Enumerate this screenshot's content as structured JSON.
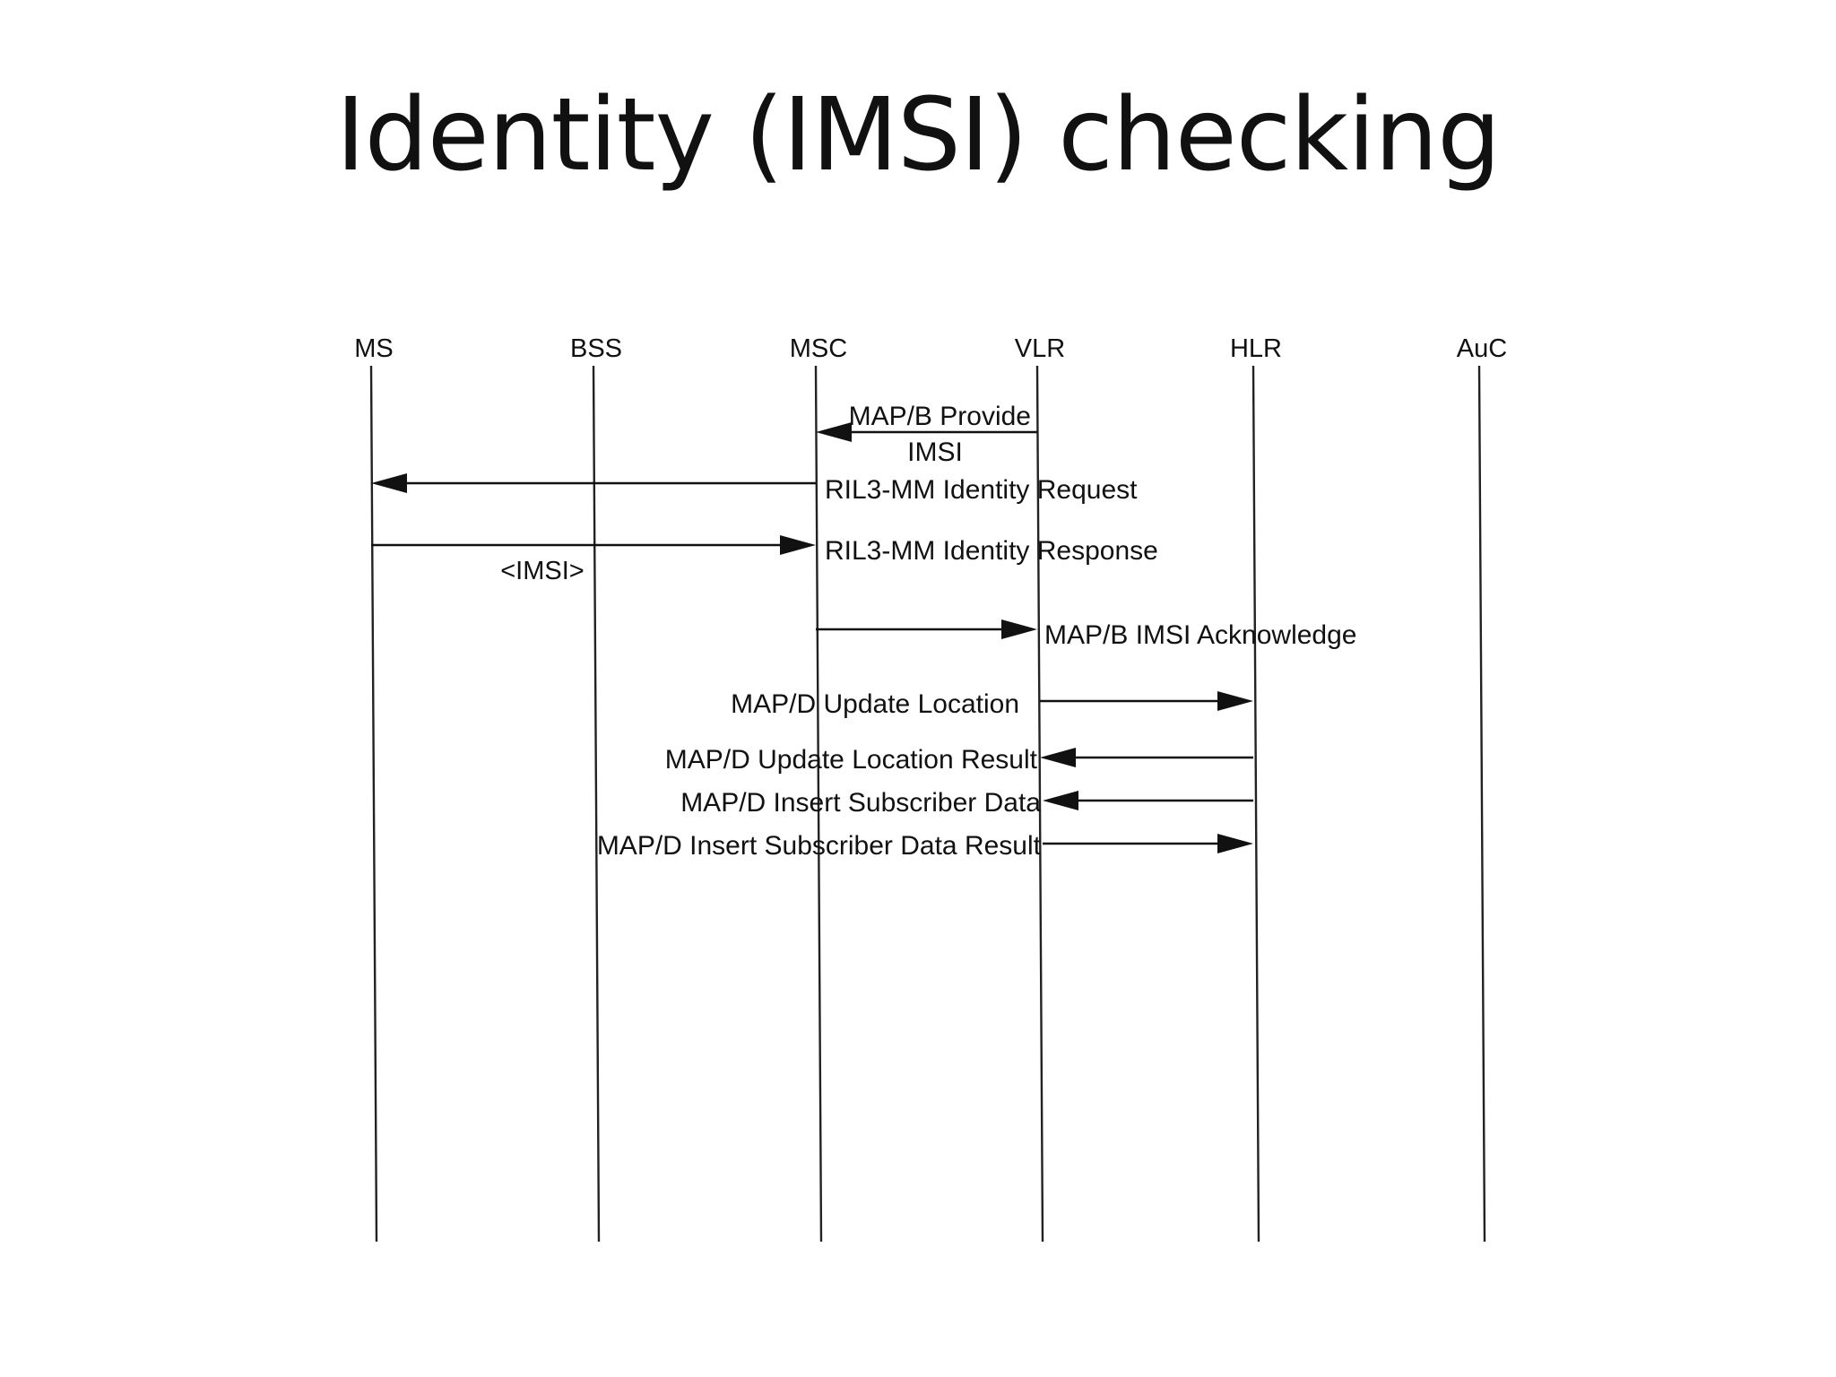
{
  "slide": {
    "title": "Identity (IMSI) checking"
  },
  "diagram": {
    "entities": [
      {
        "id": "MS",
        "label": "MS"
      },
      {
        "id": "BSS",
        "label": "BSS"
      },
      {
        "id": "MSC",
        "label": "MSC"
      },
      {
        "id": "VLR",
        "label": "VLR"
      },
      {
        "id": "HLR",
        "label": "HLR"
      },
      {
        "id": "AuC",
        "label": "AuC"
      }
    ],
    "messages": [
      {
        "from": "VLR",
        "to": "MSC",
        "label": "MAP/B Provide",
        "label2": "IMSI"
      },
      {
        "from": "MSC",
        "to": "MS",
        "label": "RIL3-MM Identity Request"
      },
      {
        "from": "MS",
        "to": "MSC",
        "label": "RIL3-MM Identity Response",
        "param": "<IMSI>"
      },
      {
        "from": "MSC",
        "to": "VLR",
        "label": "MAP/B IMSI Acknowledge"
      },
      {
        "from": "VLR",
        "to": "HLR",
        "label": "MAP/D Update Location"
      },
      {
        "from": "HLR",
        "to": "VLR",
        "label": "MAP/D Update Location Result"
      },
      {
        "from": "HLR",
        "to": "VLR",
        "label": "MAP/D Insert Subscriber Data"
      },
      {
        "from": "VLR",
        "to": "HLR",
        "label": "MAP/D Insert Subscriber Data Result"
      }
    ]
  }
}
